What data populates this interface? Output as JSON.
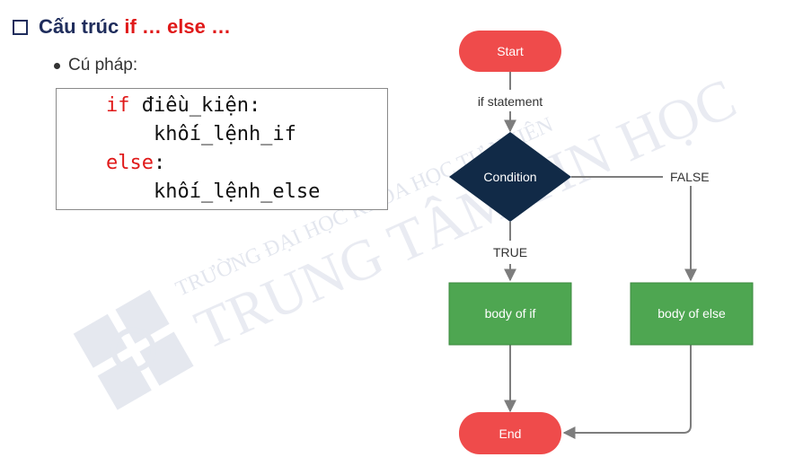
{
  "title": {
    "prefix": "Cấu trúc ",
    "keyword": "if … else …"
  },
  "bullet": {
    "label": "Cú pháp:"
  },
  "code": {
    "line1_kw": "if",
    "line1_rest": " điều_kiện:",
    "line2": "    khối_lệnh_if",
    "line3_kw": "else",
    "line3_rest": ":",
    "line4": "    khối_lệnh_else"
  },
  "flowchart": {
    "start": "Start",
    "if_statement": "if statement",
    "condition": "Condition",
    "false_label": "FALSE",
    "true_label": "TRUE",
    "body_if": "body of if",
    "body_else": "body of else",
    "end": "End"
  },
  "watermark": {
    "line1": "TRƯỜNG ĐẠI HỌC KHOA HỌC TỰ NHIÊN",
    "line2": "TRUNG TÂM TIN HỌC"
  },
  "colors": {
    "terminal": "#ef4b4b",
    "decision": "#112a47",
    "process": "#4ea651",
    "connector": "#7d7d7d",
    "title": "#1f2d5c",
    "keyword": "#e01919"
  }
}
